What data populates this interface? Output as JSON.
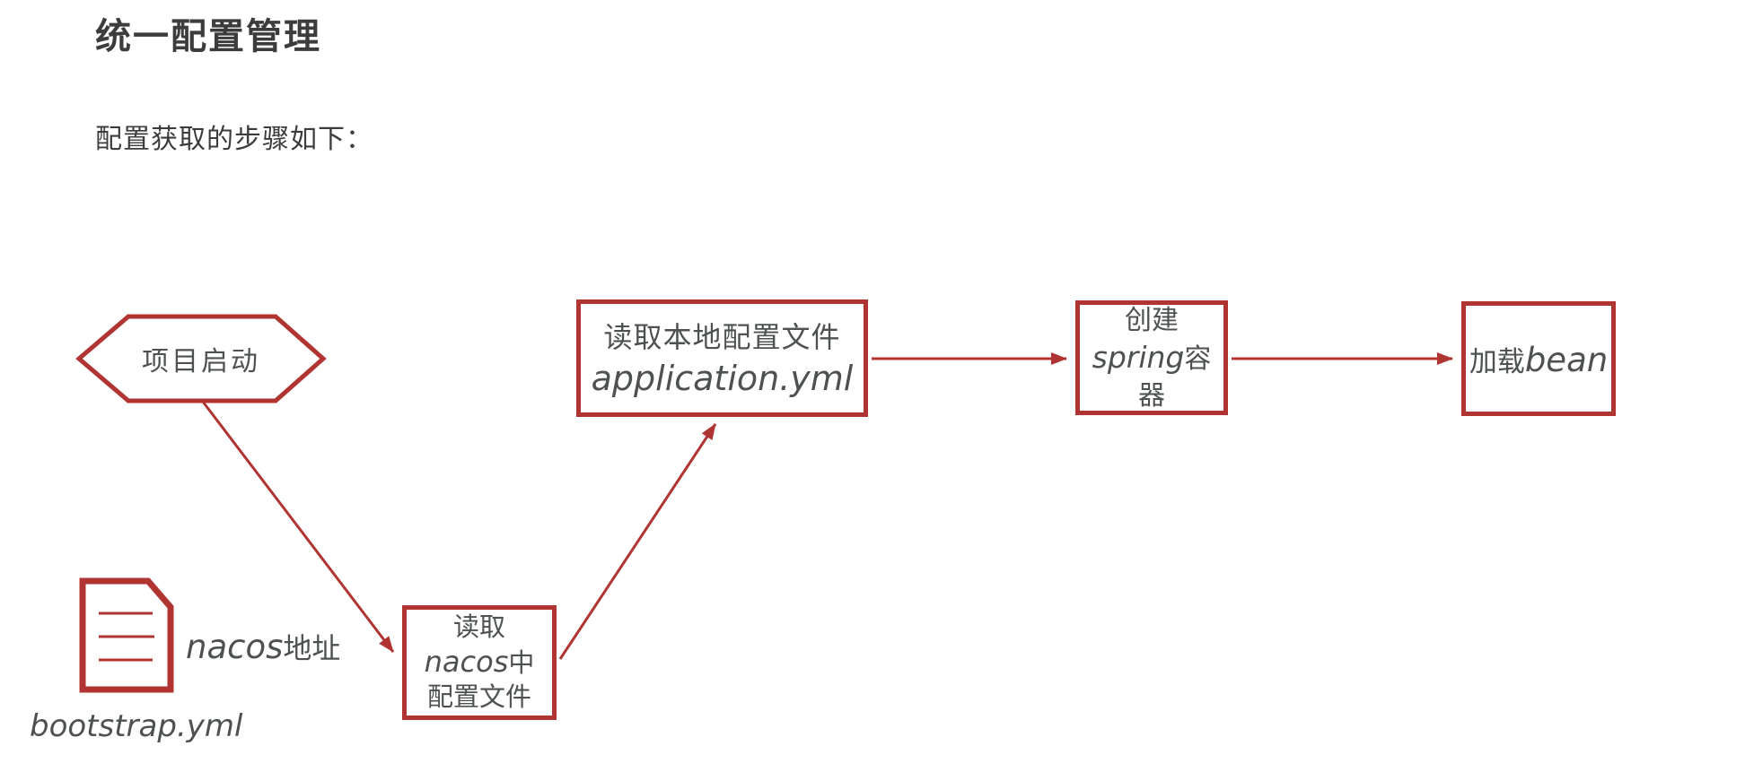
{
  "page": {
    "title": "统一配置管理",
    "subtitle": "配置获取的步骤如下："
  },
  "palette": {
    "shape_red": "#b03431",
    "text_dark": "#3c3c3c",
    "text_gray": "#4d524f"
  },
  "flow": {
    "start": {
      "label": "项目启动"
    },
    "bootstrap": {
      "icon": "document-icon",
      "label_latin": "nacos",
      "label_cjk": "地址",
      "filename": "bootstrap.yml"
    },
    "read_nacos": {
      "line1": "读取",
      "line2_latin": "nacos",
      "line2_cjk": "中",
      "line3": "配置文件"
    },
    "read_local": {
      "line1": "读取本地配置文件",
      "line2": "application.yml"
    },
    "create_spring": {
      "line1": "创建",
      "line2_latin": "spring",
      "line2_cjk": "容",
      "line3": "器"
    },
    "load_bean": {
      "cjk": "加载",
      "latin": "bean"
    }
  }
}
